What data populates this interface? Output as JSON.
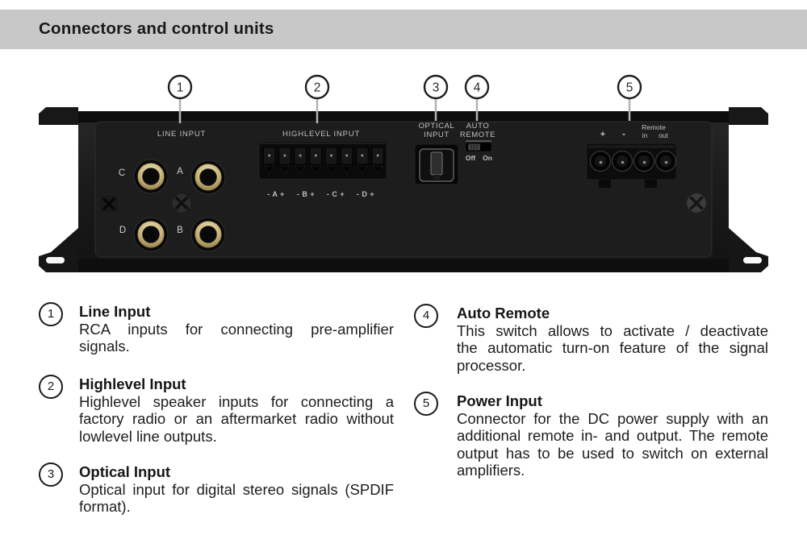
{
  "header": {
    "title": "Connectors and control units",
    "bar_color": "#c7c8c7"
  },
  "device": {
    "callouts": [
      "1",
      "2",
      "3",
      "4",
      "5"
    ],
    "labels": {
      "line_input": "LINE INPUT",
      "highlevel_input": "HIGHLEVEL INPUT",
      "optical_1": "OPTICAL",
      "optical_2": "INPUT",
      "auto_1": "AUTO",
      "auto_2": "REMOTE",
      "off": "Off",
      "on": "On",
      "plus": "+",
      "minus": "-",
      "remote": "Remote",
      "remote_in": "in",
      "remote_out": "out",
      "ch_c": "C",
      "ch_a": "A",
      "ch_d": "D",
      "ch_b": "B",
      "hl_a": "- A +",
      "hl_b": "- B +",
      "hl_c": "- C +",
      "hl_d": "- D +"
    },
    "colors": {
      "panel": "#1d1d1d",
      "label_text": "#c0c0c0",
      "rca_gold": "#cbb679"
    }
  },
  "legend": {
    "left": [
      {
        "num": "1",
        "title": "Line Input",
        "lines": [
          "RCA inputs for connecting pre-amplifier",
          "signals."
        ]
      },
      {
        "num": "2",
        "title": "Highlevel Input",
        "lines": [
          "Highlevel speaker inputs for connecting a",
          "factory radio or an aftermarket radio without",
          "lowlevel line outputs."
        ]
      },
      {
        "num": "3",
        "title": "Optical Input",
        "lines": [
          "Optical input for digital stereo signals (SPDIF",
          "format)."
        ]
      }
    ],
    "right": [
      {
        "num": "4",
        "title": "Auto Remote",
        "lines": [
          "This switch allows to activate / deactivate",
          "the automatic turn-on feature of the signal",
          "processor."
        ]
      },
      {
        "num": "5",
        "title": "Power Input",
        "lines": [
          "Connector for the DC power supply with an",
          "additional remote in- and output. The remote",
          "output has to be used to switch on external",
          "amplifiers."
        ]
      }
    ]
  }
}
